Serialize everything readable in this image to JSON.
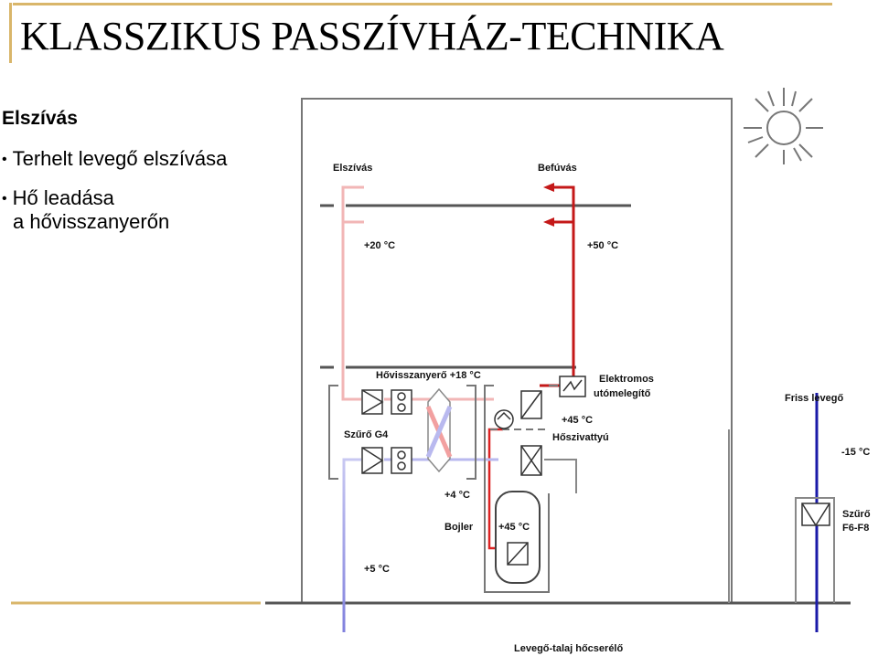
{
  "slide": {
    "title": "KLASSZIKUS PASSZÍVHÁZ-TECHNIKA",
    "section": "Elszívás",
    "bullets": [
      {
        "line1": "Terhelt levegő elszívása",
        "line2": ""
      },
      {
        "line1": "Hő leadása",
        "line2": "a hővisszanyerőn"
      }
    ]
  },
  "diagram": {
    "labels": {
      "exhaust": "Elszívás",
      "supply": "Befúvás",
      "temp_room": "+20 °C",
      "temp_supply": "+50 °C",
      "heat_recovery": "Hővisszanyerő +18 °C",
      "electric_heater_1": "Elektromos",
      "electric_heater_2": "utómelegítő",
      "temp_after_heater": "+45 °C",
      "heat_pump": "Hőszivattyú",
      "filter_g4": "Szűrő G4",
      "temp_after_hrv": "+4 °C",
      "boiler": "Bojler",
      "temp_boiler": "+45 °C",
      "temp_ground": "+5 °C",
      "fresh_air": "Friss levegő",
      "temp_outdoor": "-15 °C",
      "filter_f6_1": "Szűrő",
      "filter_f6_2": "F6-F8",
      "ground_exchanger": "Levegő-talaj hőcserélő"
    },
    "colors": {
      "exhaust_duct": "#f4b8b8",
      "supply_duct": "#c41818",
      "fresh_duct": "#1a1aa8",
      "cold_duct": "#b8b8ee",
      "accent": "#d9b66a"
    }
  }
}
